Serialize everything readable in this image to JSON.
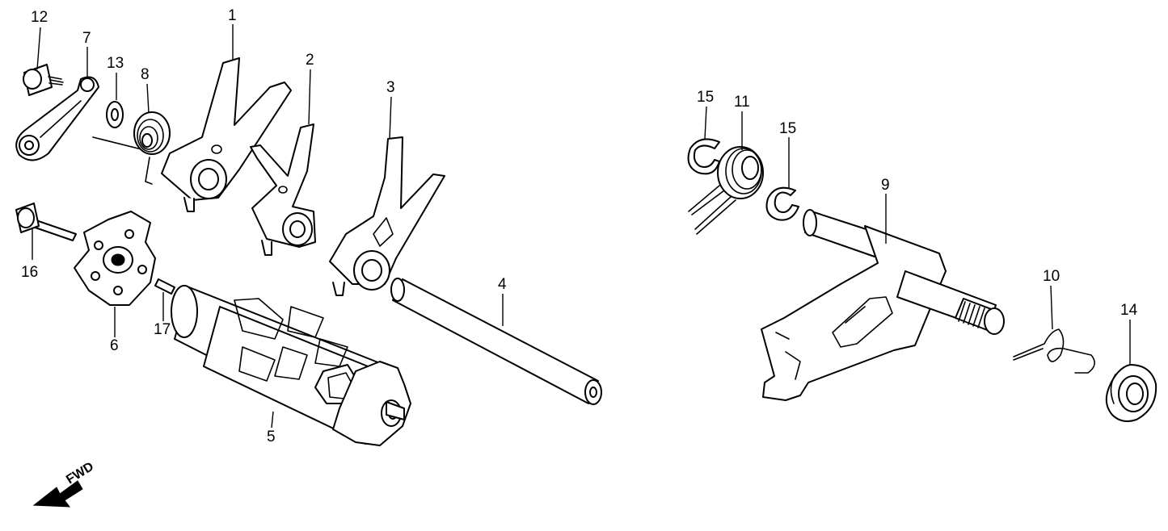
{
  "diagram": {
    "labels": {
      "p1": "1",
      "p2": "2",
      "p3": "3",
      "p4": "4",
      "p5": "5",
      "p6": "6",
      "p7": "7",
      "p8": "8",
      "p9": "9",
      "p10": "10",
      "p11": "11",
      "p12": "12",
      "p13": "13",
      "p14": "14",
      "p15a": "15",
      "p15b": "15",
      "p16": "16",
      "p17": "17"
    },
    "fwd_label": "FWD"
  }
}
